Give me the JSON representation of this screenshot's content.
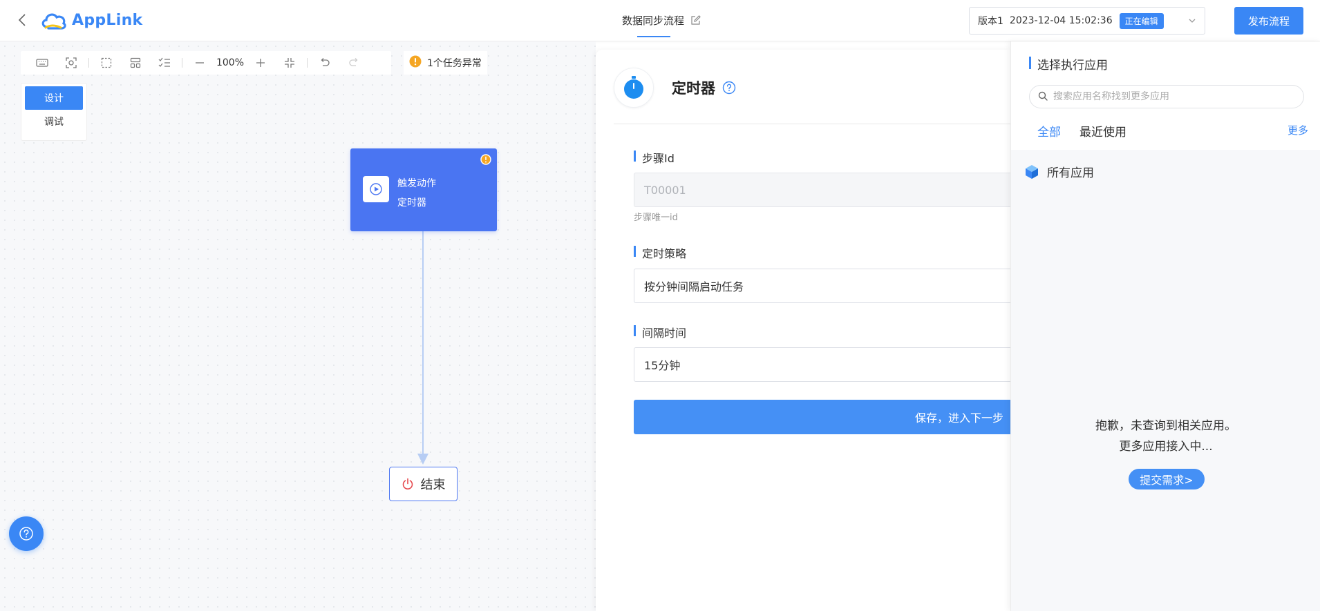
{
  "header": {
    "logo_text": "AppLink",
    "flow_title": "数据同步流程",
    "version_label": "版本1",
    "version_timestamp": "2023-12-04 15:02:36",
    "version_status": "正在编辑",
    "publish_label": "发布流程"
  },
  "canvas": {
    "zoom_level": "100%",
    "warning_text": "1个任务异常",
    "modes": [
      "设计",
      "调试"
    ],
    "trigger_node": {
      "title": "触发动作",
      "subtitle": "定时器"
    },
    "end_node_label": "结束"
  },
  "config": {
    "title": "定时器",
    "step_id_label": "步骤Id",
    "step_id_value": "T00001",
    "step_id_hint": "步骤唯一id",
    "strategy_label": "定时策略",
    "strategy_value": "按分钟间隔启动任务",
    "interval_label": "间隔时间",
    "interval_value": "15分钟",
    "save_label": "保存，进入下一步"
  },
  "app_panel": {
    "title": "选择执行应用",
    "search_placeholder": "搜索应用名称找到更多应用",
    "tabs": [
      "全部",
      "最近使用"
    ],
    "more_label": "更多",
    "all_apps_label": "所有应用",
    "empty_line1": "抱歉，未查询到相关应用。",
    "empty_line2": "更多应用接入中...",
    "submit_label": "提交需求>"
  },
  "colors": {
    "accent": "#3a87f5",
    "node": "#4a75f2",
    "warning": "#f5a623",
    "danger": "#e5484d"
  }
}
